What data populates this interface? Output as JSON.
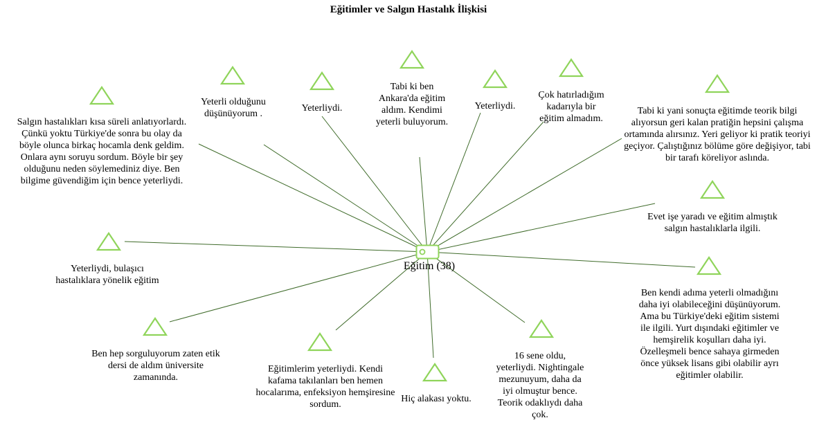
{
  "title": "Eğitimler ve Salgın Hastalık İlişkisi",
  "center": {
    "label": "Eğitim (38)",
    "icon": "document-icon"
  },
  "colors": {
    "triangle": "#8fd45a",
    "line": "#3f6b2a",
    "icon": "#8fd45a"
  },
  "nodes": [
    {
      "id": "n1",
      "text": "Salgın hastalıkları kısa süreli anlatıyorlardı. Çünkü yoktu Türkiye'de sonra bu olay da böyle olunca birkaç hocamla denk geldim. Onlara aynı soruyu sordum. Böyle bir şey olduğunu neden söylemediniz diye. Ben bilgime güvendiğim için bence yeterliydi."
    },
    {
      "id": "n2",
      "text": "Yeterli olduğunu düşünüyorum ."
    },
    {
      "id": "n3",
      "text": "Yeterliydi."
    },
    {
      "id": "n4",
      "text": "Tabi ki ben Ankara'da eğitim aldım. Kendimi yeterli buluyorum."
    },
    {
      "id": "n5",
      "text": "Yeterliydi."
    },
    {
      "id": "n6",
      "text": "Çok hatırladığım kadarıyla bir eğitim almadım."
    },
    {
      "id": "n7",
      "text": "Tabi ki yani sonuçta eğitimde teorik bilgi alıyorsun geri kalan pratiğin hepsini çalışma ortamında alırsınız. Yeri geliyor ki pratik teoriyi geçiyor. Çalıştığınız bölüme göre değişiyor, tabi bir tarafı köreliyor aslında."
    },
    {
      "id": "n8",
      "text": "Evet işe yaradı ve eğitim almıştık salgın hastalıklarla ilgili."
    },
    {
      "id": "n9",
      "text": "Ben kendi adıma yeterli olmadığını daha iyi olabileceğini düşünüyorum. Ama bu Türkiye'deki eğitim sistemi ile ilgili. Yurt dışındaki eğitimler ve hemşirelik koşulları daha iyi. Özelleşmeli bence sahaya girmeden önce yüksek lisans gibi olabilir ayrı eğitimler olabilir."
    },
    {
      "id": "n10",
      "text": "16 sene oldu, yeterliydi. Nightingale mezunuyum, daha da iyi olmuştur bence. Teorik odaklıydı daha çok."
    },
    {
      "id": "n11",
      "text": "Hiç alakası yoktu."
    },
    {
      "id": "n12",
      "text": "Eğitimlerim yeterliydi. Kendi kafama takılanları ben hemen hocalarıma, enfeksiyon hemşiresine sordum."
    },
    {
      "id": "n13",
      "text": "Ben hep sorguluyorum zaten etik dersi de aldım üniversite zamanında."
    },
    {
      "id": "n14",
      "text": "Yeterliydi, bulaşıcı hastalıklara yönelik eğitim"
    }
  ]
}
